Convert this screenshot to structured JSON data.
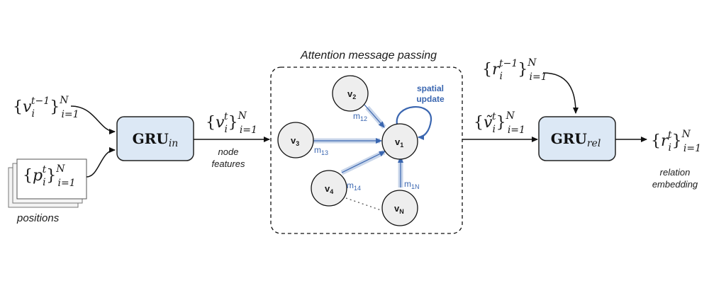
{
  "gru_in": {
    "main": "GRU",
    "sub": "in"
  },
  "gru_rel": {
    "main": "GRU",
    "sub": "rel"
  },
  "title": "Attention message passing",
  "inputs": {
    "v_prev": {
      "base": "{",
      "var": "v",
      "sub": "i",
      "sup": "t−1",
      "close": "}",
      "lim_sup": "N",
      "lim_sub": "i=1"
    },
    "p": {
      "base": "{",
      "var": "p",
      "sub": "i",
      "sup": "t",
      "close": "}",
      "lim_sup": "N",
      "lim_sub": "i=1"
    },
    "r_prev": {
      "base": "{",
      "var": "r",
      "sub": "i",
      "sup": "t−1",
      "close": "}",
      "lim_sup": "N",
      "lim_sub": "i=1"
    }
  },
  "middle": {
    "v_t": {
      "base": "{",
      "var": "v",
      "sub": "i",
      "sup": "t",
      "close": "}",
      "lim_sup": "N",
      "lim_sub": "i=1"
    },
    "v_tilde": {
      "base": "{",
      "var": "ṽ",
      "sub": "i",
      "sup": "t",
      "close": "}",
      "lim_sup": "N",
      "lim_sub": "i=1"
    },
    "r_t": {
      "base": "{",
      "var": "r",
      "sub": "i",
      "sup": "t",
      "close": "}",
      "lim_sup": "N",
      "lim_sub": "i=1"
    }
  },
  "labels": {
    "positions": "positions",
    "node_features_1": "node",
    "node_features_2": "features",
    "relation_1": "relation",
    "relation_2": "embedding",
    "spatial_1": "spatial",
    "spatial_2": "update"
  },
  "nodes": [
    {
      "id": "v1",
      "base": "v",
      "sub": "1"
    },
    {
      "id": "v2",
      "base": "v",
      "sub": "2"
    },
    {
      "id": "v3",
      "base": "v",
      "sub": "3"
    },
    {
      "id": "v4",
      "base": "v",
      "sub": "4"
    },
    {
      "id": "vN",
      "base": "v",
      "sub": "N"
    }
  ],
  "messages": [
    {
      "id": "m12",
      "base": "m",
      "sub": "12"
    },
    {
      "id": "m13",
      "base": "m",
      "sub": "13"
    },
    {
      "id": "m14",
      "base": "m",
      "sub": "14"
    },
    {
      "id": "m1N",
      "base": "m",
      "sub": "1N"
    }
  ],
  "colors": {
    "box_fill": "#dce8f5",
    "box_stroke": "#222222",
    "node_fill": "#eeeeee",
    "message_blue": "#3a66b0",
    "message_band": "#c9d6ea"
  }
}
